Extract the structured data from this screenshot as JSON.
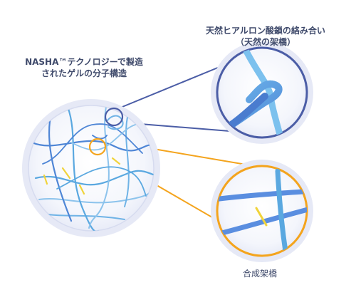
{
  "labels": {
    "main_line1": "NASHA™テクノロジーで製造",
    "main_line2": "されたゲルの分子構造",
    "natural_line1": "天然ヒアルロン酸鎖の絡み合い",
    "natural_line2": "（天然の架橋）",
    "synthetic": "合成架橋"
  },
  "colors": {
    "navy": "#4b5da6",
    "orange": "#f4a41d",
    "chain_blue": "#5aa8e0",
    "chain_light": "#8cc3ec",
    "crosslink_yellow": "#f0d33a",
    "halo": "#dfe2f3"
  }
}
